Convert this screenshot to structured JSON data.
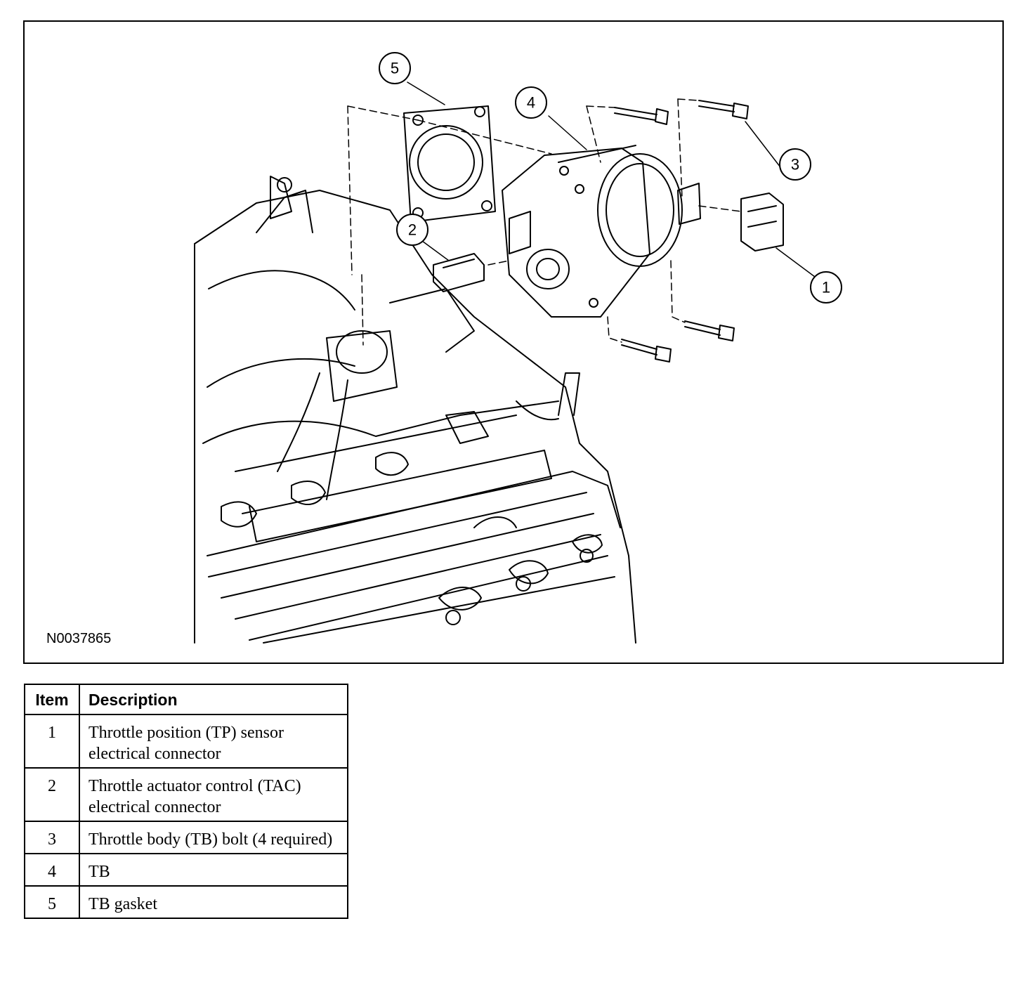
{
  "figure": {
    "id_label": "N0037865",
    "callouts": [
      "1",
      "2",
      "3",
      "4",
      "5"
    ]
  },
  "legend_table": {
    "headers": [
      "Item",
      "Description"
    ],
    "rows": [
      {
        "item": "1",
        "description": "Throttle position (TP) sensor electrical connector"
      },
      {
        "item": "2",
        "description": "Throttle actuator control (TAC) electrical connector"
      },
      {
        "item": "3",
        "description": "Throttle body (TB) bolt (4 required)"
      },
      {
        "item": "4",
        "description": "TB"
      },
      {
        "item": "5",
        "description": "TB gasket"
      }
    ]
  }
}
